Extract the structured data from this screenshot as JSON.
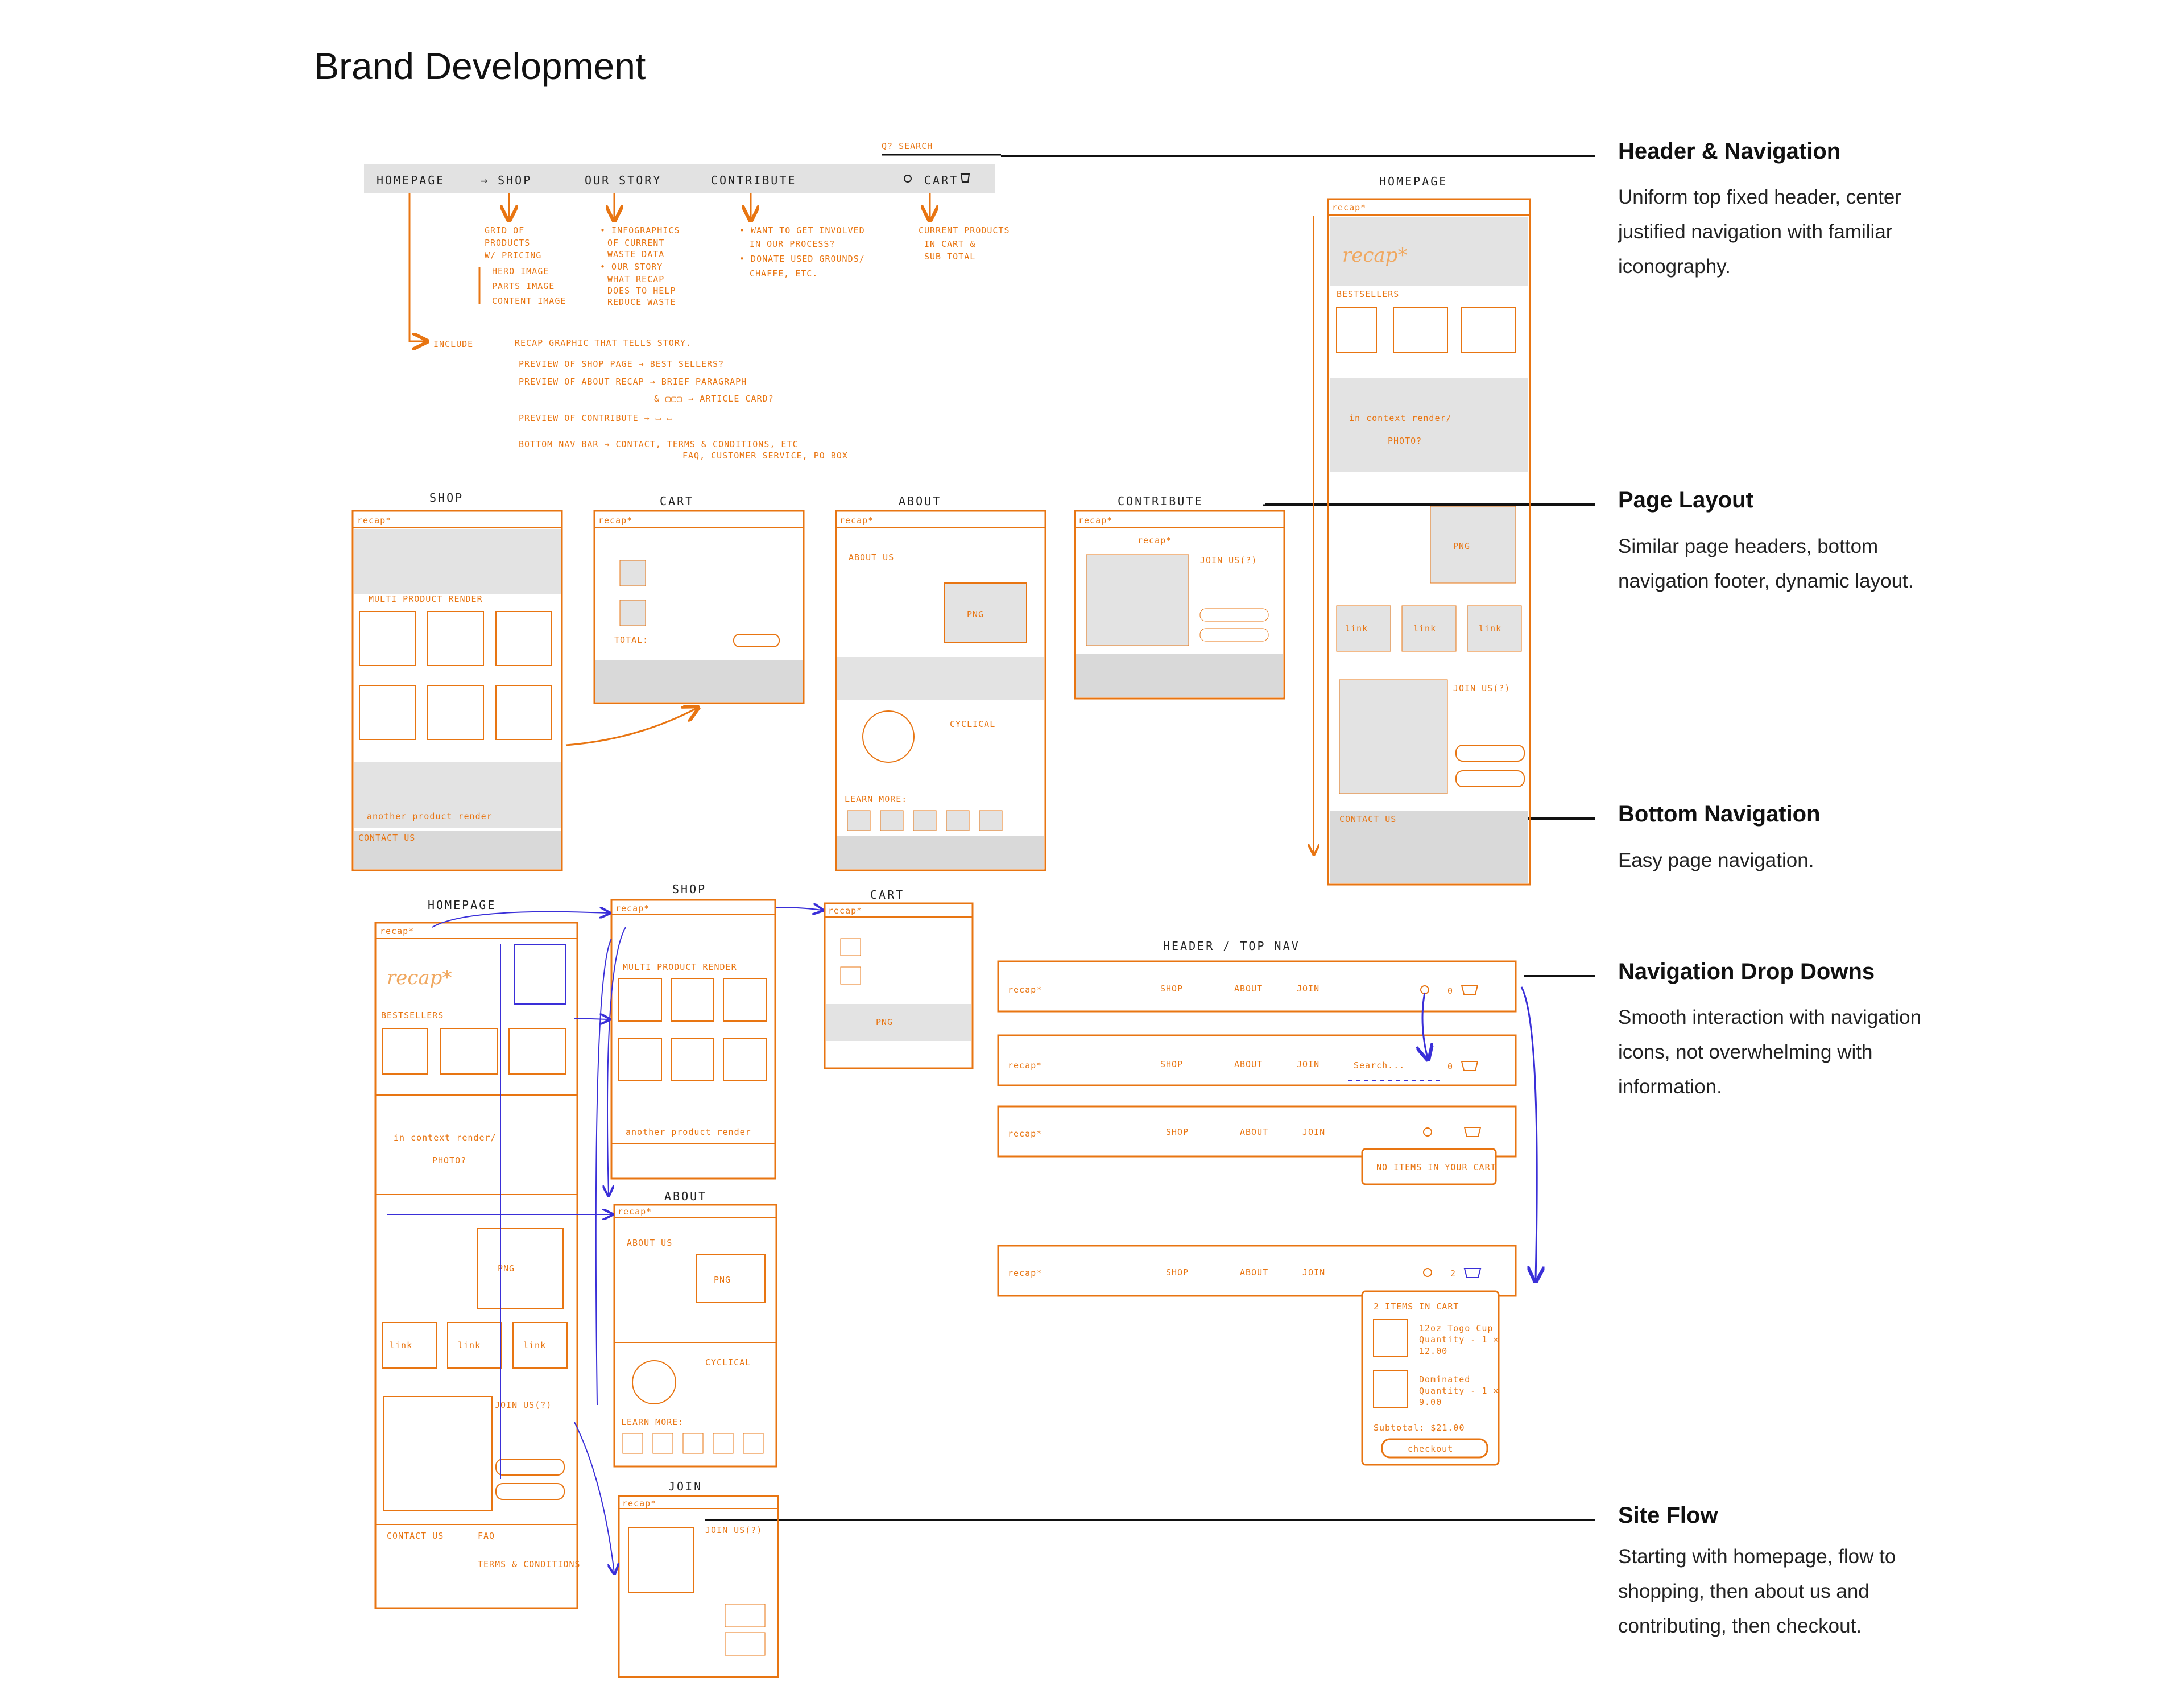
{
  "page": {
    "title": "Brand Development"
  },
  "callouts": [
    {
      "title": "Header & Navigation",
      "desc": "Uniform top fixed header, center justified navigation with familiar iconography."
    },
    {
      "title": "Page Layout",
      "desc": "Similar page headers, bottom navigation footer, dynamic layout."
    },
    {
      "title": "Bottom Navigation",
      "desc": "Easy page navigation."
    },
    {
      "title": "Navigation Drop Downs",
      "desc": "Smooth interaction with navigation icons, not overwhelming with information."
    },
    {
      "title": "Site Flow",
      "desc": "Starting with homepage, flow to shopping, then about us and contributing, then checkout."
    }
  ],
  "sketch": {
    "sitemap": {
      "search_note": "Q? SEARCH",
      "nav": [
        "HOMEPAGE",
        "→ SHOP",
        "OUR STORY",
        "CONTRIBUTE",
        "CART"
      ],
      "shop_notes": [
        "GRID OF",
        "PRODUCTS",
        "W/ PRICING",
        "HERO IMAGE",
        "PARTS IMAGE",
        "CONTENT IMAGE"
      ],
      "story_notes": [
        "• INFOGRAPHICS",
        "OF CURRENT",
        "WASTE DATA",
        "• OUR STORY",
        "WHAT RECAP",
        "DOES TO HELP",
        "REDUCE WASTE"
      ],
      "contribute_notes": [
        "• WANT TO GET INVOLVED",
        "IN OUR PROCESS?",
        "• DONATE USED GROUNDS/",
        "CHAFFE, ETC."
      ],
      "cart_notes": [
        "CURRENT PRODUCTS",
        "IN CART &",
        "SUB TOTAL"
      ],
      "include_label": "INCLUDE",
      "include_notes": [
        "RECAP GRAPHIC THAT TELLS STORY.",
        "PREVIEW OF SHOP PAGE → BEST SELLERS?",
        "PREVIEW OF ABOUT RECAP → BRIEF PARAGRAPH",
        "& ▢▢▢ → ARTICLE CARD?",
        "PREVIEW OF CONTRIBUTE → ▭ ▭",
        "BOTTOM NAV BAR → CONTACT, TERMS & CONDITIONS, ETC",
        "FAQ, CUSTOMER SERVICE, PO BOX"
      ]
    },
    "wireframe_labels": {
      "shop": "SHOP",
      "cart": "CART",
      "about": "ABOUT",
      "contribute": "CONTRIBUTE",
      "homepage": "HOMEPAGE",
      "homepage2": "HOMEPAGE",
      "shop2": "SHOP",
      "cart2": "CART",
      "about2": "ABOUT",
      "join": "JOIN",
      "header_nav": "HEADER / TOP NAV"
    },
    "wireframe_text": {
      "brand": "recap*",
      "multi_product": "MULTI PRODUCT RENDER",
      "another_product": "another product render",
      "about_us": "ABOUT US",
      "png": "PNG",
      "cyclical": "CYCLICAL",
      "learn_more": "LEARN MORE:",
      "in_context": "in context render/",
      "photo": "PHOTO?",
      "join_us": "JOIN US(?)",
      "link": "link",
      "bestsellers": "BESTSELLERS",
      "total": "TOTAL:",
      "contact": "CONTACT US",
      "faq": "FAQ",
      "terms": "TERMS & CONDITIONS",
      "nav_shop": "SHOP",
      "nav_about": "ABOUT",
      "nav_join": "JOIN",
      "search": "Search...",
      "no_items": "NO ITEMS IN YOUR CART",
      "two_items": "2 ITEMS IN CART",
      "item1": "12oz Togo Cup",
      "item1_qty": "Quantity - 1 ×",
      "item1_price": "12.00",
      "item2": "Dominated",
      "item2_qty": "Quantity - 1 ×",
      "item2_price": "9.00",
      "subtotal": "Subtotal: $21.00",
      "checkout": "checkout",
      "cart_count_zero": "0",
      "cart_count_two": "2"
    }
  },
  "colors": {
    "sketch_orange": "#e87512",
    "sketch_fill": "#e3e3e3",
    "flow_blue": "#3a2fd8",
    "ink": "#111111"
  }
}
